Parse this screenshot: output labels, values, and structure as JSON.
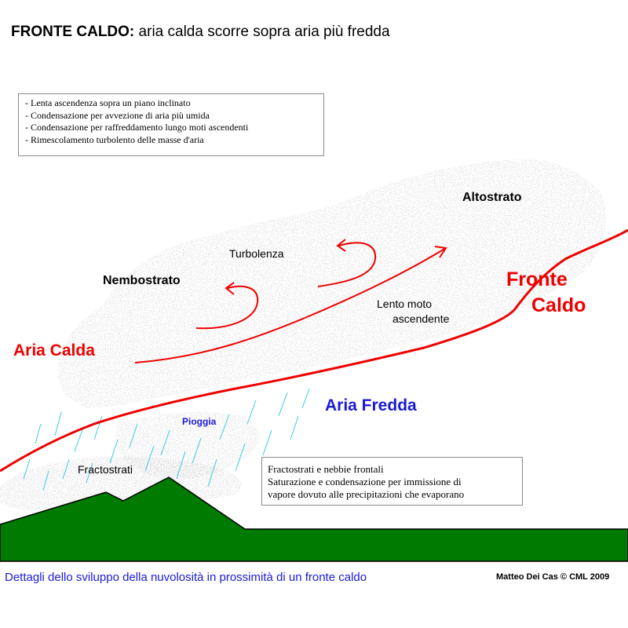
{
  "title": {
    "bold": "FRONTE CALDO:",
    "rest": "aria calda scorre sopra aria più fredda"
  },
  "notes": [
    "- Lenta ascendenza sopra un piano inclinato",
    "- Condensazione per avvezione di aria più umida",
    "- Condensazione per raffreddamento lungo moti ascendenti",
    "- Rimescolamento turbolento delle masse d'aria"
  ],
  "labels": {
    "altostrato": "Altostrato",
    "turbolenza": "Turbolenza",
    "nembostrato": "Nembostrato",
    "lento_moto_1": "Lento moto",
    "lento_moto_2": "ascendente",
    "fronte": "Fronte",
    "caldo": "Caldo",
    "aria_calda": "Aria Calda",
    "aria_fredda": "Aria Fredda",
    "pioggia": "Pioggia",
    "fractostrati": "Fractostrati"
  },
  "fract_box": [
    "Fractostrati e nebbie frontali",
    "Saturazione e condensazione per immissione di",
    "vapore dovuto alle precipitazioni che evaporano"
  ],
  "caption": "Dettagli dello sviluppo della nuvolosità in prossimità di un fronte caldo",
  "credit": "Matteo Dei Cas © CML 2009",
  "colors": {
    "front": "#ee0000",
    "terrain": "#007a00",
    "rain": "#3cc8e8",
    "cloud": "#9a9a9a",
    "cold_air": "#1a1ad6"
  }
}
